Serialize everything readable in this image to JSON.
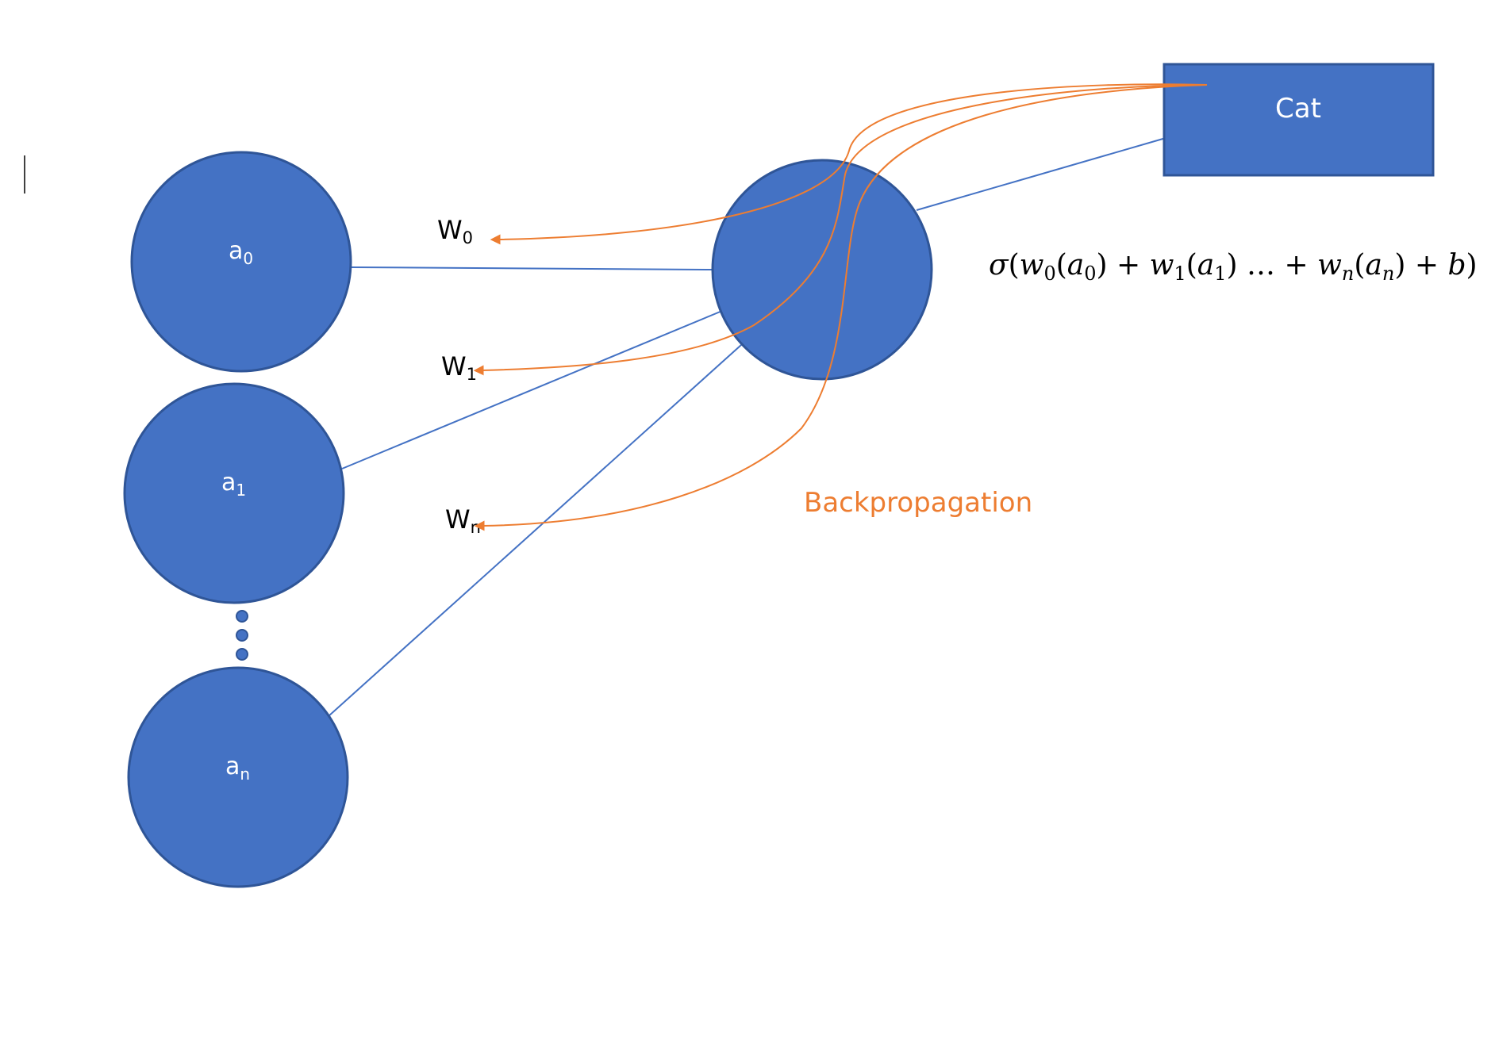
{
  "colors": {
    "node_fill": "#4472C4",
    "node_stroke": "#2F5597",
    "connection": "#4472C4",
    "backprop": "#ED7D31",
    "text_dark": "#000000",
    "text_light": "#FFFFFF"
  },
  "inputs": [
    {
      "base": "a",
      "sub": "0"
    },
    {
      "base": "a",
      "sub": "1"
    },
    {
      "base": "a",
      "sub": "n"
    }
  ],
  "weights": [
    {
      "base": "W",
      "sub": "0"
    },
    {
      "base": "W",
      "sub": "1"
    },
    {
      "base": "W",
      "sub": "n"
    }
  ],
  "output_label": "Cat",
  "backprop_label": "Backpropagation",
  "formula": {
    "sigma": "σ",
    "open": "(",
    "t0_w": "w",
    "t0_wsub": "0",
    "t0_open": "(",
    "t0_a": "a",
    "t0_asub": "0",
    "t0_close": ")",
    "plus1": " + ",
    "t1_w": "w",
    "t1_wsub": "1",
    "t1_open": "(",
    "t1_a": "a",
    "t1_asub": "1",
    "t1_close": ")",
    "ellipsis": " … ",
    "plus2": "+ ",
    "tn_w": "w",
    "tn_wsub": "n",
    "tn_open": "(",
    "tn_a": "a",
    "tn_asub": "n",
    "tn_close": ")",
    "plus3": " + ",
    "bias": "b",
    "close": ")"
  }
}
